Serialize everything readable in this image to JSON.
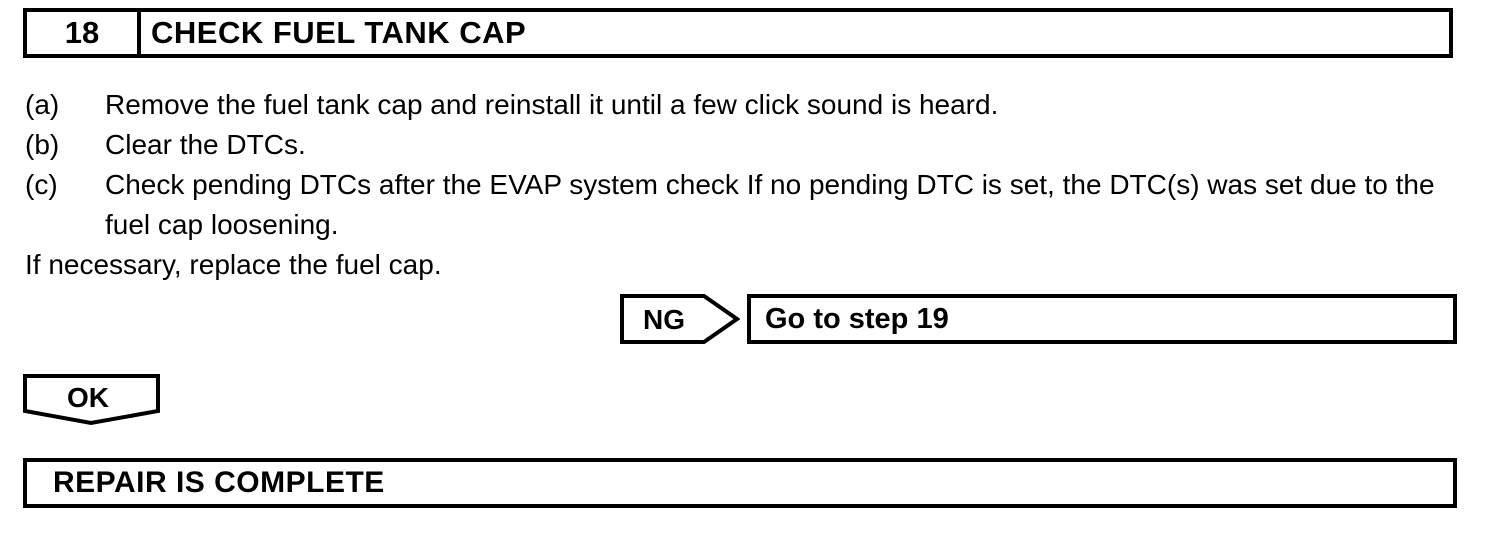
{
  "page": {
    "background": "#ffffff",
    "ink": "#000000"
  },
  "step_header": {
    "number": "18",
    "title": "CHECK FUEL TANK CAP"
  },
  "procedure": {
    "items": [
      {
        "label": "(a)",
        "text": "Remove the fuel tank cap and reinstall it until a few click sound is heard."
      },
      {
        "label": "(b)",
        "text": "Clear the DTCs."
      },
      {
        "label": "(c)",
        "text": "Check pending DTCs after the EVAP system check If no pending DTC is set, the DTC(s) was set due to the fuel cap loosening."
      }
    ],
    "note": "If necessary, replace the fuel cap."
  },
  "ng_branch": {
    "label": "NG",
    "action": "Go to step 19"
  },
  "ok_branch": {
    "label": "OK"
  },
  "result": {
    "text": "REPAIR IS COMPLETE"
  }
}
